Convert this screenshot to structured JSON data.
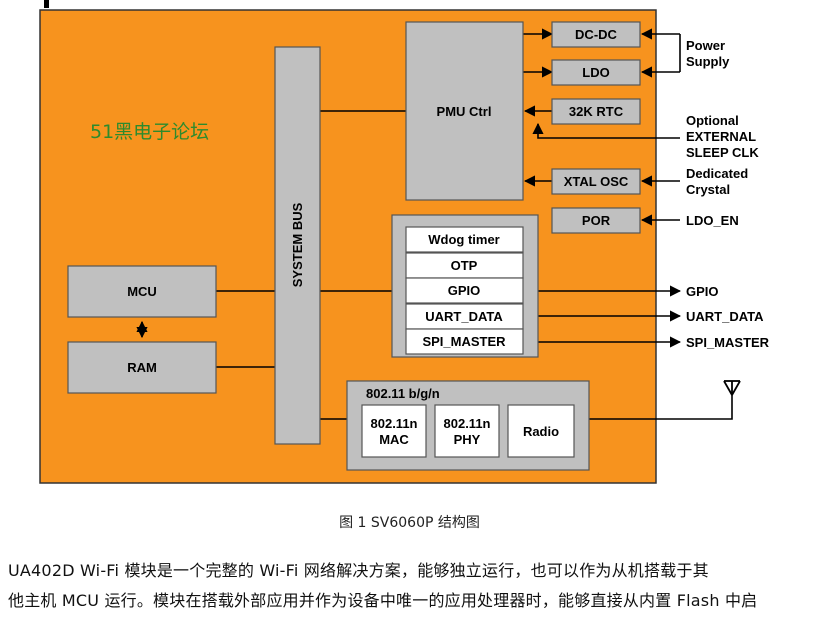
{
  "watermark_text": "51黑电子论坛",
  "blocks": {
    "mcu": "MCU",
    "ram": "RAM",
    "system_bus": "SYSTEM BUS",
    "pmu": "PMU Ctrl",
    "dcdc": "DC-DC",
    "ldo": "LDO",
    "rtc": "32K RTC",
    "xtal": "XTAL OSC",
    "por": "POR",
    "wdog": "Wdog timer",
    "otp": "OTP",
    "gpio": "GPIO",
    "uart": "UART_DATA",
    "spi": "SPI_MASTER",
    "wifi_title": "802.11 b/g/n",
    "mac_1": "802.11n",
    "mac_2": "MAC",
    "phy_1": "802.11n",
    "phy_2": "PHY",
    "radio": "Radio"
  },
  "external": {
    "power_1": "Power",
    "power_2": "Supply",
    "optional_1": "Optional",
    "optional_2": "EXTERNAL",
    "optional_3": "SLEEP CLK",
    "dedicated_1": "Dedicated",
    "dedicated_2": "Crystal",
    "ldo_en": "LDO_EN",
    "gpio": "GPIO",
    "uart": "UART_DATA",
    "spi": "SPI_MASTER"
  },
  "caption": "图 1 SV6060P  结构图",
  "paragraph": {
    "line1": "UA402D  Wi-Fi  模块是一个完整的  Wi-Fi  网络解决方案，能够独立运行，也可以作为从机搭载于其",
    "line2": "他主机 MCU 运行。模块在搭载外部应用并作为设备中唯一的应用处理器时，能够直接从内置 Flash 中启"
  },
  "colors": {
    "board": "#f7931e",
    "block": "#c0c0c0",
    "border": "#555555",
    "watermark": "#2d8b2d"
  }
}
